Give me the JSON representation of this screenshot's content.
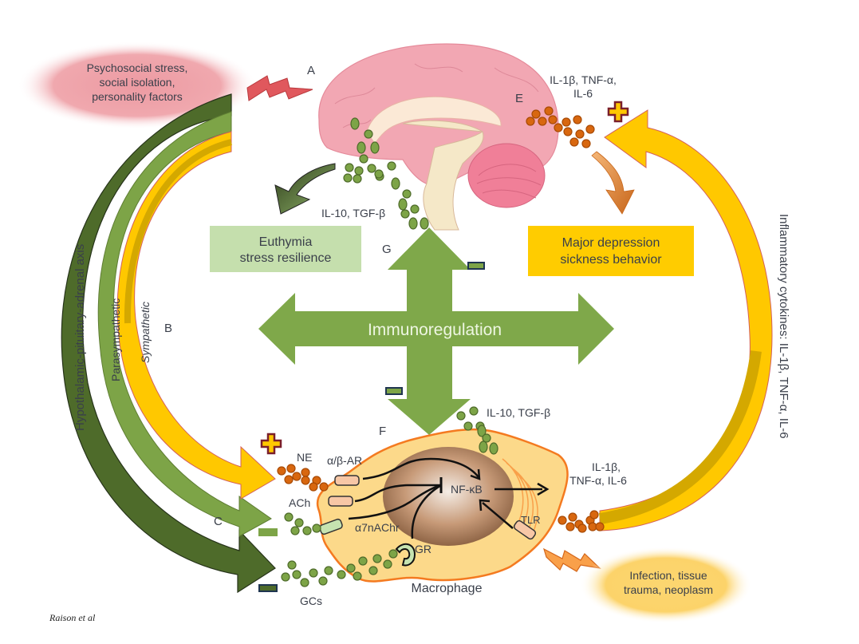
{
  "figure": {
    "credit": "Raison et al",
    "letters": {
      "a": "A",
      "b": "B",
      "c": "C",
      "e": "E",
      "f": "F",
      "g": "G"
    },
    "stress_cloud": [
      "Psychosocial stress,",
      "social isolation,",
      "personality factors"
    ],
    "infection_cloud": [
      "Infection, tissue",
      "trauma, neoplasm"
    ],
    "brain_cytokines": [
      "IL-1β, TNF-α,",
      "IL-6"
    ],
    "brain_anti_inflammatory": "IL-10, TGF-β",
    "euthymia_box": [
      "Euthymia",
      "stress resilience"
    ],
    "depression_box": [
      "Major depression",
      "sickness behavior"
    ],
    "center_arrow_label": "Immunoregulation",
    "macrophage_anti_inflammatory": "IL-10, TGF-β",
    "macrophage_cytokines": [
      "IL-1β,",
      "TNF-α, IL-6"
    ],
    "arc_labels": {
      "hpa": "Hypothalamic-pituitary-adrenal axis",
      "parasympathetic": "Parasympathetic",
      "sympathetic": "Sympathetic",
      "inflammatory": "Inflammatory cytokines: IL-1β, TNF-α, IL-6"
    },
    "mediators": {
      "ne": "NE",
      "ach": "ACh",
      "gcs": "GCs"
    },
    "receptors": {
      "ar": "α/β-AR",
      "nachr": "α7nAChr",
      "gr": "GR",
      "tlr": "TLR"
    },
    "nucleus_label": "NF-κB",
    "cell_label": "Macrophage",
    "signs": {
      "plus": "+",
      "minus": "−"
    },
    "colors": {
      "dark_green": "#4e6b2a",
      "mid_green": "#7da447",
      "light_green": "#c5dfad",
      "yellow": "#ffcc00",
      "dark_yellow": "#d4a800",
      "brain_pink": "#f2a7b3",
      "cytokine_orange": "#d8670f",
      "cell_fill": "#fcd98a",
      "cell_outline": "#f47a20",
      "plus_color": "#7a1f2b"
    }
  }
}
